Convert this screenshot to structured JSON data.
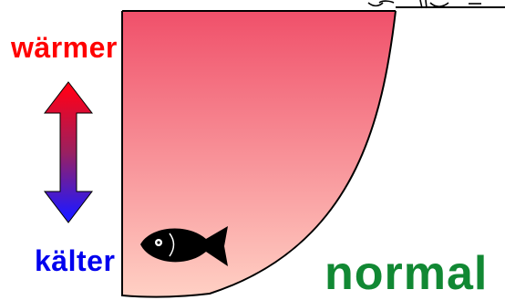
{
  "labels": {
    "warmer": "wärmer",
    "colder": "kälter",
    "status": "normal"
  },
  "colors": {
    "warmer_text": "#ff0000",
    "colder_text": "#0000ee",
    "status_text": "#118833",
    "lake_top": "#f0506a",
    "lake_bottom": "#ffd0c4",
    "arrow_top": "#ff0018",
    "arrow_bottom": "#2018ff",
    "outline": "#000000",
    "fish_body": "#000000"
  },
  "icons": {
    "temperature_arrow": "double-headed-vertical-arrow",
    "fish": "fish-icon",
    "shoreline_plants": "plants-icon"
  }
}
